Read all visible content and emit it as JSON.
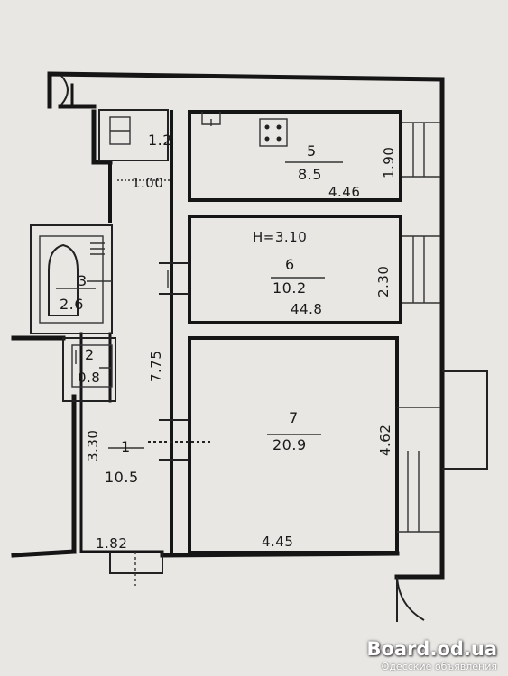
{
  "rooms": [
    {
      "number": "1",
      "area": "10.5"
    },
    {
      "number": "2",
      "area": "0.8"
    },
    {
      "number": "3",
      "area": "2.6"
    },
    {
      "number": "5",
      "area": "8.5"
    },
    {
      "number": "6",
      "area": "10.2"
    },
    {
      "number": "7",
      "area": "20.9"
    }
  ],
  "room4_area": "1.2",
  "dimensions": {
    "room5_length": "4.46",
    "room5_width": "1.90",
    "room6_width": "2.30",
    "room7_length": "4.45",
    "room7_width": "4.62",
    "corridor_width": "1.00",
    "corridor_length": "7.75",
    "room1_length": "3.30",
    "room1_width": "1.82"
  },
  "ceiling_height": "H=3.10",
  "total_area": "44.8",
  "watermark": {
    "site": "Board.od.ua",
    "caption": "Одесские объявления"
  }
}
